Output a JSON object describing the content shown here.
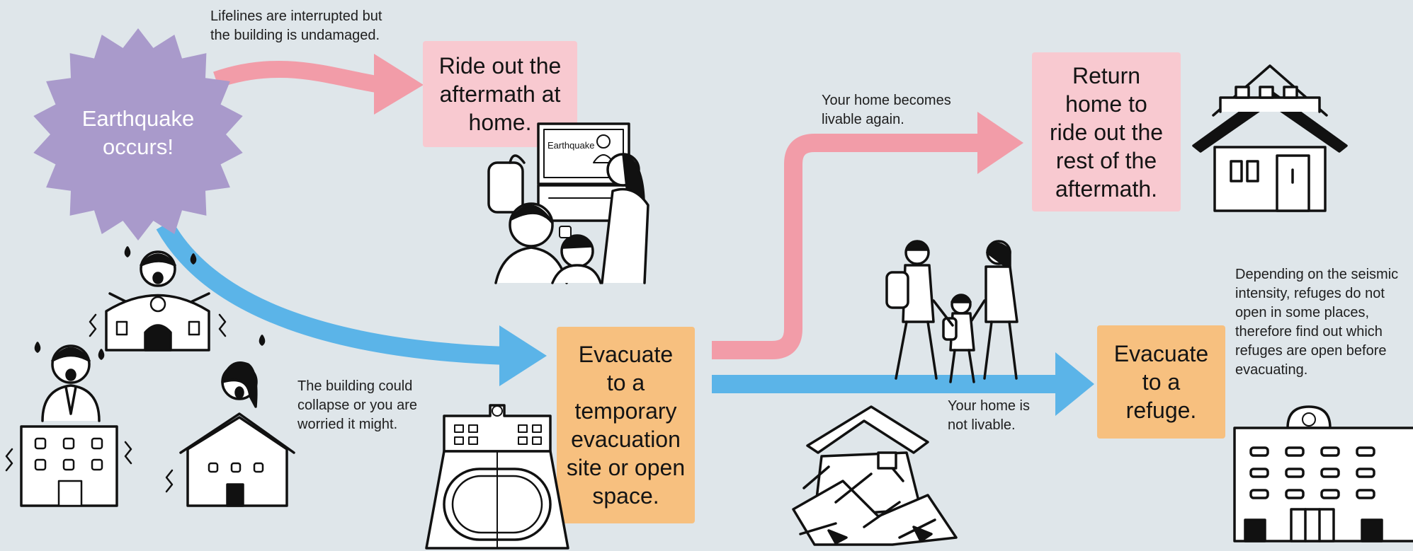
{
  "start": {
    "label": "Earthquake\noccurs!",
    "color": "#a99acb"
  },
  "notes": {
    "lifelines": "Lifelines are interrupted but\nthe building is undamaged.",
    "collapse": "The building could\ncollapse or you are\nworried it might.",
    "livable_again": "Your home becomes\nlivable again.",
    "not_livable": "Your home is\nnot livable.",
    "seismic": "Depending on the seismic\nintensity, refuges do not\nopen in some places,\ntherefore find out which\nrefuges are open before\nevacuating."
  },
  "boxes": {
    "ride_out": "Ride out the\naftermath at\nhome.",
    "temporary": "Evacuate\nto a\ntemporary\nevacuation\nsite or open\nspace.",
    "return_home": "Return\nhome to\nride out the\nrest of the\naftermath.",
    "refuge": "Evacuate\nto a\nrefuge."
  },
  "tv_caption": "Earthquake",
  "colors": {
    "pink_arrow": "#f29ca8",
    "blue_arrow": "#5bb4e8",
    "pink_box": "#f8c9d0",
    "orange_box": "#f7c07f",
    "background": "#dfe6ea"
  },
  "icons": [
    "starburst-icon",
    "family-watching-tv-icon",
    "house-icon",
    "family-walking-icon",
    "collapsed-house-icon",
    "school-stadium-icon",
    "school-building-icon",
    "people-in-buildings-icon"
  ]
}
